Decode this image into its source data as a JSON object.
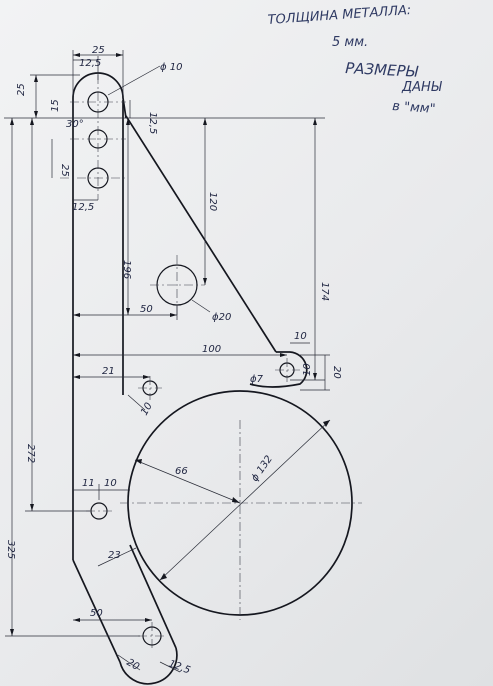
{
  "notes": {
    "line1": "ТОЛЩИНА МЕТАЛЛА:",
    "line2": "5 мм.",
    "line3": "РАЗМЕРЫ",
    "line4": "ДАНЫ",
    "line5": "в \"мм\""
  },
  "dimensions": {
    "top_width": "25",
    "top_half": "12,5",
    "hole_top": "ϕ 10",
    "left_25": "25",
    "left_15": "15",
    "small_30": "30°",
    "right_12_5": "12,5",
    "left_25b": "25",
    "hole_spacing": "12,5",
    "vert_120": "120",
    "vert_196": "196",
    "hole_mid": "ϕ20",
    "horiz_50_mid": "50",
    "vert_174": "174",
    "horiz_100": "100",
    "horiz_21": "21",
    "hook_10": "10",
    "hook_r": "ϕ7",
    "hook_10b": "10",
    "hook_20": "20",
    "small_10": "10",
    "radius_66": "66",
    "circle_d": "ϕ 132",
    "vert_272": "272",
    "horiz_11": "11",
    "horiz_10": "10",
    "vert_325": "325",
    "arm_23": "23",
    "horiz_50_low": "50",
    "bottom_20": "20",
    "bottom_12_5": "12,5"
  }
}
